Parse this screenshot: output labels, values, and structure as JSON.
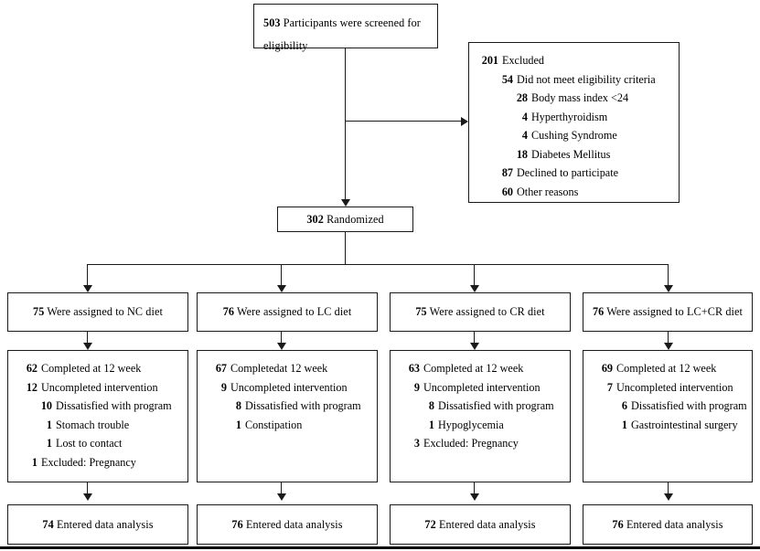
{
  "diagram": {
    "title": "CONSORT participant flow diagram",
    "type": "flowchart"
  },
  "screening": {
    "count": "503",
    "label": "Participants were screened for",
    "label_line2": "eligibility"
  },
  "excluded": {
    "header": {
      "count": "201",
      "label": "Excluded"
    },
    "reasons": [
      {
        "count": "54",
        "label": "Did not meet eligibility  criteria",
        "indent": 1
      },
      {
        "count": "28",
        "label": "Body mass index <24",
        "indent": 2
      },
      {
        "count": "4",
        "label": "Hyperthyroidism",
        "indent": 2
      },
      {
        "count": "4",
        "label": "Cushing  Syndrome",
        "indent": 2
      },
      {
        "count": "18",
        "label": "Diabetes  Mellitus",
        "indent": 2
      },
      {
        "count": "87",
        "label": "Declined  to participate",
        "indent": 1
      },
      {
        "count": "60",
        "label": "Other reasons",
        "indent": 1
      }
    ]
  },
  "randomized": {
    "count": "302",
    "label": "Randomized"
  },
  "arms": [
    {
      "allocation": {
        "count": "75",
        "label": "Were assigned to  NC diet"
      },
      "followup": [
        {
          "count": "62",
          "label": "Completed  at 12 week",
          "indent": 0
        },
        {
          "count": "12",
          "label": "Uncompleted intervention",
          "indent": 0
        },
        {
          "count": "10",
          "label": "Dissatisfied  with  program",
          "indent": 1
        },
        {
          "count": "1",
          "label": "Stomach trouble",
          "indent": 1
        },
        {
          "count": "1",
          "label": "Lost to contact",
          "indent": 1
        },
        {
          "count": "1",
          "label": "Excluded:  Pregnancy",
          "indent": 0
        }
      ],
      "analysis": {
        "count": "74",
        "label": "Entered  data analysis"
      }
    },
    {
      "allocation": {
        "count": "76",
        "label": "Were assigned to LC diet"
      },
      "followup": [
        {
          "count": "67",
          "label": "Completedat 12 week",
          "indent": 0
        },
        {
          "count": "9",
          "label": "Uncompleted intervention",
          "indent": 0
        },
        {
          "count": "8",
          "label": "Dissatisfied  with  program",
          "indent": 1
        },
        {
          "count": "1",
          "label": "Constipation",
          "indent": 1
        }
      ],
      "analysis": {
        "count": "76",
        "label": "Entered data analysis"
      }
    },
    {
      "allocation": {
        "count": "75",
        "label": "Were assigned to CR diet"
      },
      "followup": [
        {
          "count": "63",
          "label": "Completed at 12 week",
          "indent": 0
        },
        {
          "count": "9",
          "label": "Uncompleted intervention",
          "indent": 0
        },
        {
          "count": "8",
          "label": "Dissatisfied  with  program",
          "indent": 1
        },
        {
          "count": "1",
          "label": "Hypoglycemia",
          "indent": 1
        },
        {
          "count": "3",
          "label": "Excluded: Pregnancy",
          "indent": 0
        }
      ],
      "analysis": {
        "count": "72",
        "label": "Entered  data analysis"
      }
    },
    {
      "allocation": {
        "count": "76",
        "label": "Were assigned to LC+CR diet"
      },
      "followup": [
        {
          "count": "69",
          "label": "Completed at 12 week",
          "indent": 0
        },
        {
          "count": "7",
          "label": "Uncompleted intervention",
          "indent": 0
        },
        {
          "count": "6",
          "label": "Dissatisfied  with  program",
          "indent": 1
        },
        {
          "count": "1",
          "label": "Gastrointestinal  surgery",
          "indent": 1
        }
      ],
      "analysis": {
        "count": "76",
        "label": "Entered data analysis"
      }
    }
  ],
  "colors": {
    "stroke": "#1a1a1a",
    "background": "#ffffff",
    "text": "#000000"
  }
}
